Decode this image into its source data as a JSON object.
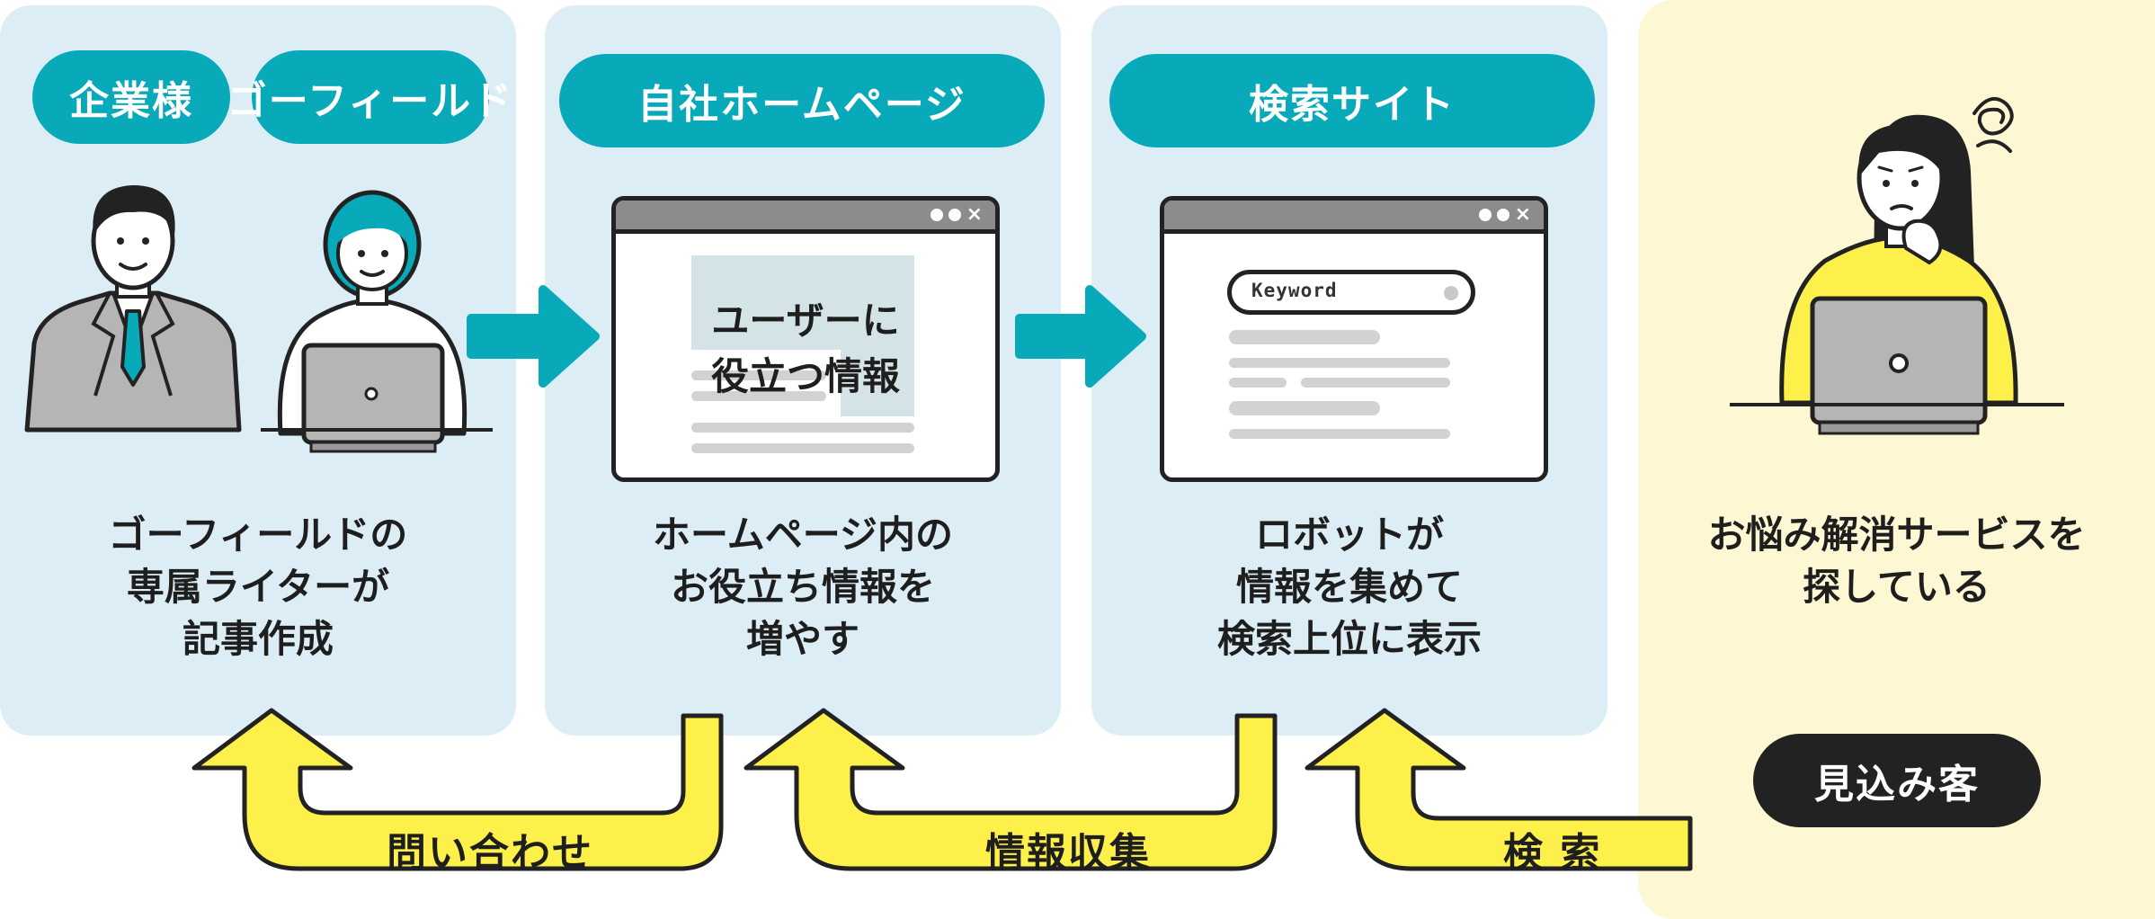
{
  "labels": {
    "company": "企業様",
    "gofield": "ゴーフィールド",
    "homepage": "自社ホームページ",
    "search_site": "検索サイト"
  },
  "captions": {
    "writer": [
      "ゴーフィールドの",
      "専属ライターが",
      "記事作成"
    ],
    "homepage": [
      "ホームページ内の",
      "お役立ち情報を",
      "増やす"
    ],
    "search": [
      "ロボットが",
      "情報を集めて",
      "検索上位に表示"
    ],
    "customer": [
      "お悩み解消サービスを",
      "探している"
    ]
  },
  "browser_home": {
    "useful_info": [
      "ユーザーに",
      "役立つ情報"
    ]
  },
  "browser_search": {
    "search_placeholder": "Keyword"
  },
  "browser_controls": "●●×",
  "customer_badge": "見込み客",
  "return_arrows": {
    "inquiry": "問い合わせ",
    "info_collect": "情報収集",
    "search": "検 索"
  },
  "colors": {
    "teal": "#08a9b9",
    "panel_blue": "#dcedf5",
    "panel_yellow": "#fdf8d3",
    "arrow_yellow": "#fdf04a",
    "dark": "#222222"
  }
}
